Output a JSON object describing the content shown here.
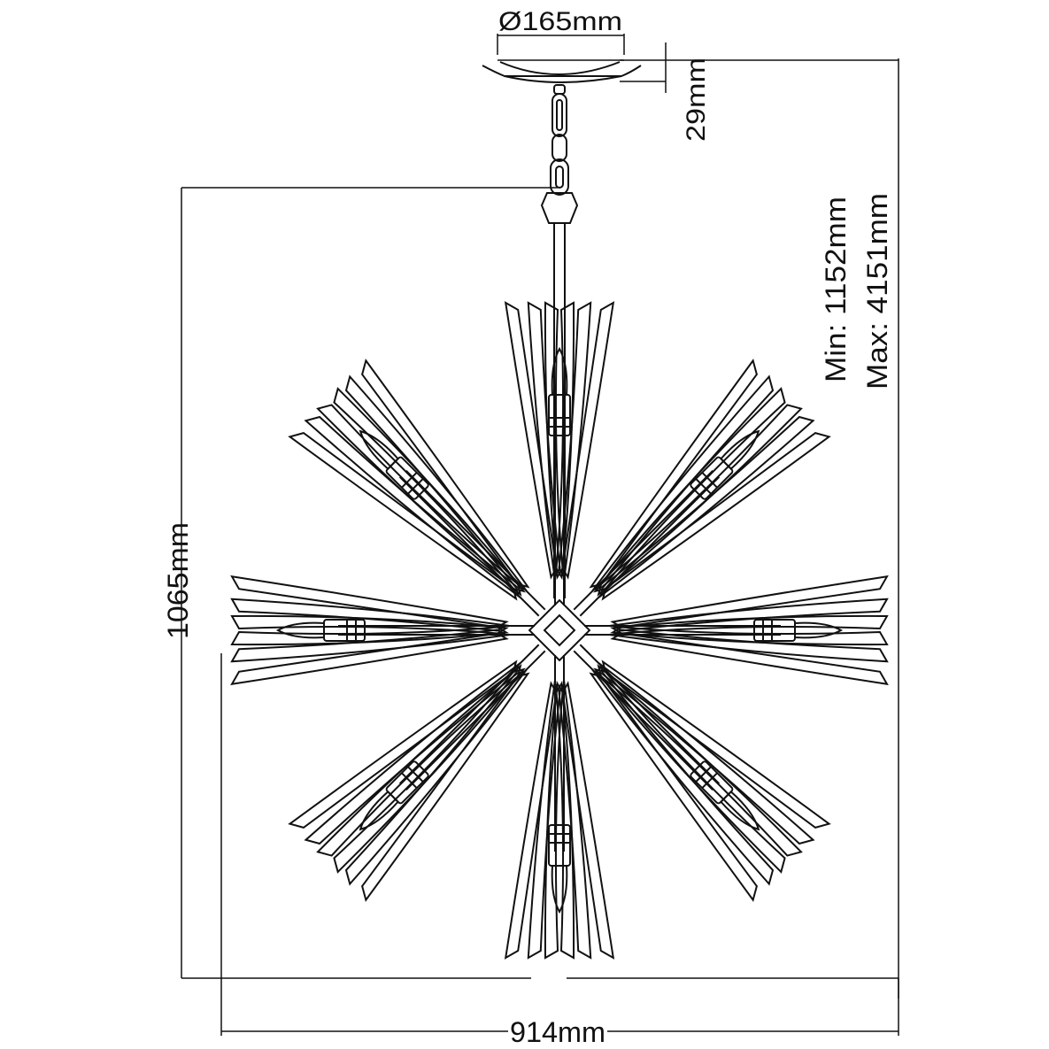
{
  "dimensions": {
    "canopy_diameter": "Ø165mm",
    "canopy_height": "29mm",
    "overall_height_min": "Min: 1152mm",
    "overall_height_max": "Max:  4151mm",
    "body_height": "1065mm",
    "body_width": "914mm"
  },
  "fixture": {
    "arms": 8,
    "candle_lights": 8
  }
}
